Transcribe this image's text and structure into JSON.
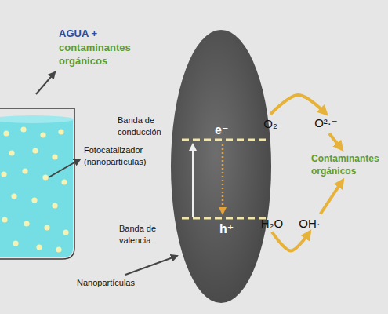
{
  "diagram": {
    "nodes": [
      {
        "text": [
          "e⁻",
          "h⁺"
        ]
      },
      {
        "text": [
          "O₂"
        ]
      },
      {
        "text": [
          "O²·⁻"
        ]
      },
      {
        "text": [
          "Contaminantes orgánicos"
        ]
      },
      {
        "text": [
          "H₂O"
        ]
      },
      {
        "text": [
          "OH·"
        ]
      }
    ],
    "edges": [
      {
        "from": 1,
        "to": 2,
        "arrow": "to"
      },
      {
        "from": 4,
        "to": 5,
        "arrow": "to"
      },
      {
        "from": 2,
        "to": 3,
        "arrow": "to"
      },
      {
        "from": 5,
        "to": 3,
        "arrow": "to"
      }
    ],
    "labels": [
      "AGUA +",
      "contaminantes orgánicos",
      "Fotocatalizador (nanopartículas)",
      "Banda de conducción",
      "Banda de valencia",
      "Nanopartículas"
    ]
  }
}
